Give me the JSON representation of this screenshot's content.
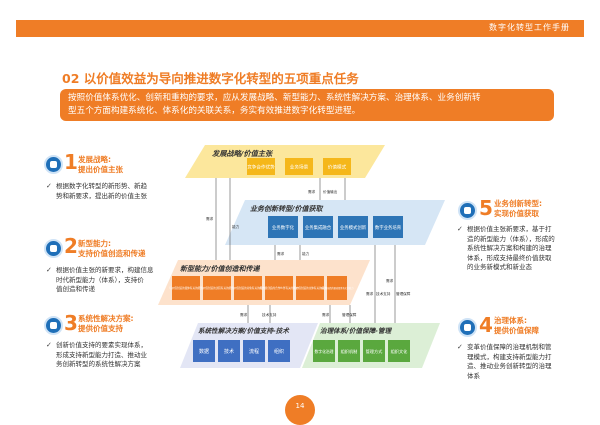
{
  "header": {
    "title": "数字化转型工作手册"
  },
  "section": {
    "title": "02 以价值效益为导向推进数字化转型的五项重点任务"
  },
  "intro": {
    "line1": "按照价值体系优化、创新和重构的要求，应从发展战略、新型能力、系统性解决方案、治理体系、业务创新转",
    "line2": "型五个方面构建系统化、体系化的关联关系，务实有效推进数字化转型进程。"
  },
  "items": [
    {
      "num": "1",
      "title1": "发展战略:",
      "title2": "提出价值主张",
      "desc": [
        "根据数字化转型的新形势、新趋",
        "势和新要求，提出新的价值主张"
      ]
    },
    {
      "num": "2",
      "title1": "新型能力:",
      "title2": "支持价值创造和传递",
      "desc": [
        "根据价值主张的新要求，构建信息",
        "时代新型能力（体系），支持价",
        "值创造和传递"
      ]
    },
    {
      "num": "3",
      "title1": "系统性解决方案:",
      "title2": "提供价值支持",
      "desc": [
        "创新价值支持的要素实现体系，",
        "形成支持新型能力打造、推动业",
        "务创新转型的系统性解决方案"
      ]
    },
    {
      "num": "4",
      "title1": "治理体系:",
      "title2": "提供价值保障",
      "desc": [
        "变革价值保障的治理机制和管",
        "理模式，构建支持新型能力打",
        "造、推动业务创新转型的治理",
        "体系"
      ]
    },
    {
      "num": "5",
      "title1": "业务创新转型:",
      "title2": "实现价值获取",
      "desc": [
        "根据价值主张新要求，基于打",
        "造的新型能力（体系），形成的",
        "系统性解决方案和构建的治理",
        "体系，形成支持最终价值获取",
        "的业务新模式和新业态"
      ]
    }
  ],
  "diagram": {
    "strategy": {
      "label": "发展战略/价值主张",
      "boxes": [
        "竞争合作优势",
        "业务场景",
        "价值模式"
      ]
    },
    "business": {
      "label": "业务创新转型/价值获取",
      "boxes": [
        "业务数字化",
        "业务集成融合",
        "业务模式创新",
        "数字业务培育"
      ]
    },
    "capability": {
      "label": "新型能力/价值创造和传递",
      "boxes": [
        "与价值创造的载体有关的能力",
        "与价值创造的过程有关的能力",
        "与价值创造的对象有关的能力",
        "与价值创造的合作伙伴有关的能力",
        "与价值创造的主体有关的能力",
        "与价值创造的驱动要素有关的能力"
      ]
    },
    "solution": {
      "label": "系统性解决方案/价值支持-技术",
      "boxes": [
        "数据",
        "技术",
        "流程",
        "组织"
      ]
    },
    "governance": {
      "label": "治理体系/价值保障-管理",
      "boxes": [
        "数字化治理",
        "组织机制",
        "管理方式",
        "组织文化"
      ]
    },
    "arrows": [
      "需求",
      "价值输出",
      "能力",
      "需求",
      "需求",
      "需求",
      "能力",
      "技术支持",
      "需求",
      "技术支持",
      "需求",
      "管理保障",
      "需求",
      "管理保障"
    ]
  },
  "page": {
    "number": "14"
  }
}
